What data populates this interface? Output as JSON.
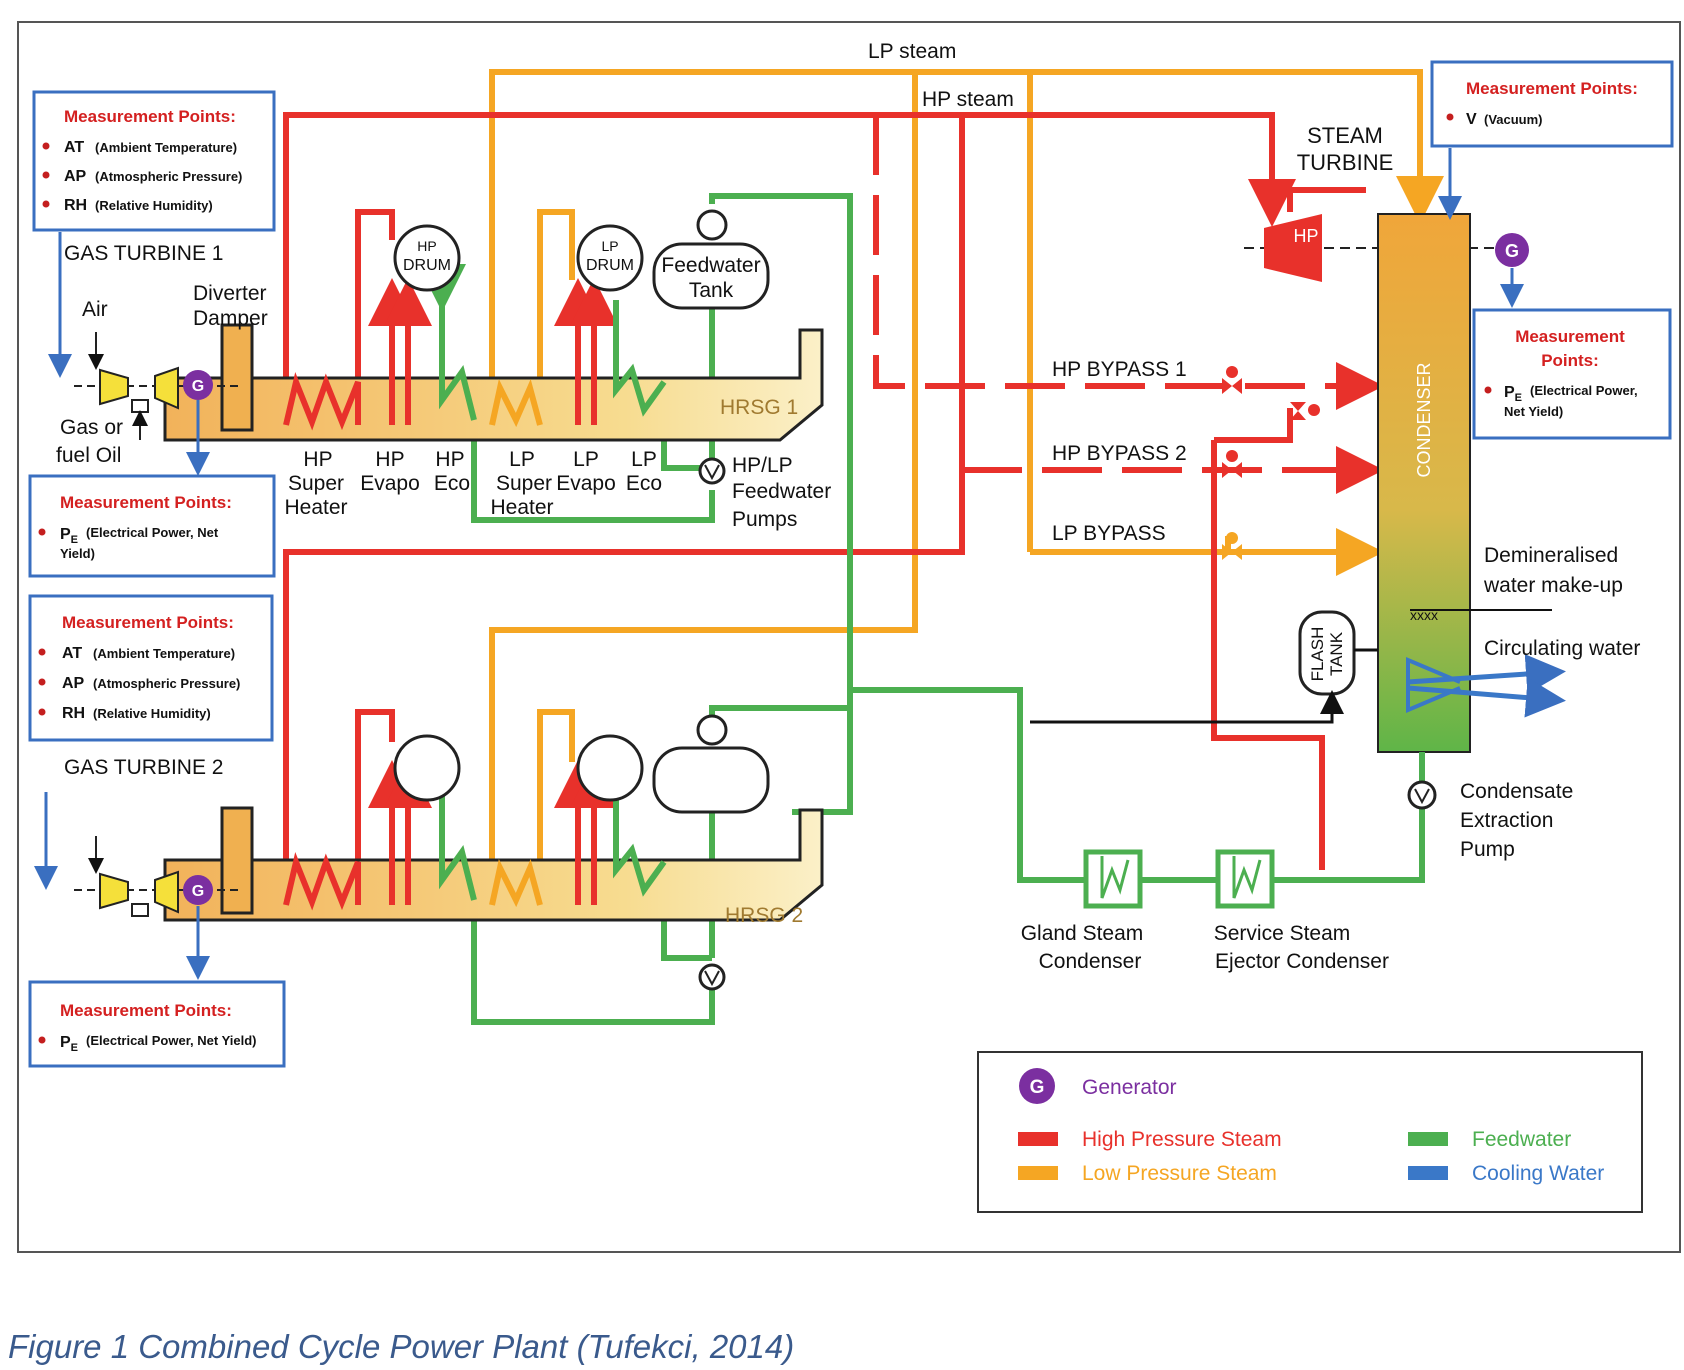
{
  "colors": {
    "hp_steam": "#e8312b",
    "lp_steam": "#f5a623",
    "feedwater": "#4caf50",
    "cooling_water": "#3a78c8",
    "generator": "#7b2fa0",
    "measurement_box": "#3a6fc0",
    "measurement_title": "#d42020",
    "hrsg_fill": "#f6d68a",
    "turbine_yellow": "#f5e03a"
  },
  "measurement_boxes": {
    "gt1_ambient": {
      "title": "Measurement Points:",
      "items": [
        {
          "abbr": "AT",
          "desc": "(Ambient Temperature)"
        },
        {
          "abbr": "AP",
          "desc": "(Atmospheric Pressure)"
        },
        {
          "abbr": "RH",
          "desc": "(Relative Humidity)"
        }
      ]
    },
    "gt1_power": {
      "title": "Measurement Points:",
      "items": [
        {
          "abbr": "P",
          "sub": "E",
          "desc": "(Electrical Power, Net",
          "desc2": "Yield)"
        }
      ]
    },
    "gt2_ambient": {
      "title": "Measurement Points:",
      "items": [
        {
          "abbr": "AT",
          "desc": "(Ambient Temperature)"
        },
        {
          "abbr": "AP",
          "desc": "(Atmospheric Pressure)"
        },
        {
          "abbr": "RH",
          "desc": "(Relative Humidity)"
        }
      ]
    },
    "gt2_power": {
      "title": "Measurement Points:",
      "items": [
        {
          "abbr": "P",
          "sub": "E",
          "desc": "(Electrical Power, Net Yield)"
        }
      ]
    },
    "condenser_vacuum": {
      "title": "Measurement Points:",
      "items": [
        {
          "abbr": "V",
          "desc": "(Vacuum)"
        }
      ]
    },
    "st_power": {
      "title_line1": "Measurement",
      "title_line2": "Points:",
      "items": [
        {
          "abbr": "P",
          "sub": "E",
          "desc": "(Electrical Power,",
          "desc2": "Net Yield)"
        }
      ]
    }
  },
  "labels": {
    "lp_steam": "LP steam",
    "hp_steam": "HP steam",
    "steam_turbine_1": "STEAM",
    "steam_turbine_2": "TURBINE",
    "hp": "HP",
    "lp": "LP",
    "gas_turbine_1": "GAS TURBINE 1",
    "gas_turbine_2": "GAS TURBINE 2",
    "air": "Air",
    "diverter_1": "Diverter",
    "diverter_2": "Damper",
    "gas_fuel_1": "Gas or",
    "gas_fuel_2": "fuel Oil",
    "hp_drum_1": "HP",
    "hp_drum_2": "DRUM",
    "lp_drum_1": "LP",
    "lp_drum_2": "DRUM",
    "feedwater_tank_1": "Feedwater",
    "feedwater_tank_2": "Tank",
    "hrsg_1": "HRSG 1",
    "hrsg_2": "HRSG 2",
    "hp_super_heater": [
      "HP",
      "Super",
      "Heater"
    ],
    "hp_evapo": [
      "HP",
      "Evapo"
    ],
    "hp_eco": [
      "HP",
      "Eco"
    ],
    "lp_super_heater": [
      "LP",
      "Super",
      "Heater"
    ],
    "lp_evapo": [
      "LP",
      "Evapo"
    ],
    "lp_eco": [
      "LP",
      "Eco"
    ],
    "feedwater_pumps": [
      "HP/LP",
      "Feedwater",
      "Pumps"
    ],
    "hp_bypass_1": "HP BYPASS 1",
    "hp_bypass_2": "HP BYPASS 2",
    "lp_bypass": "LP BYPASS",
    "condenser": "CONDENSER",
    "flash_tank_1": "FLASH",
    "flash_tank_2": "TANK",
    "demin_1": "Demineralised",
    "demin_2": "water make-up",
    "circulating_water": "Circulating water",
    "condensate_pump": [
      "Condensate",
      "Extraction",
      "Pump"
    ],
    "gland_steam": [
      "Gland Steam",
      "Condenser"
    ],
    "service_steam": [
      "Service Steam",
      "Ejector Condenser"
    ],
    "generator_letter": "G"
  },
  "legend": {
    "generator": "Generator",
    "hp_steam": "High Pressure Steam",
    "lp_steam": "Low Pressure Steam",
    "feedwater": "Feedwater",
    "cooling_water": "Cooling Water"
  },
  "caption": "Figure 1 Combined Cycle Power Plant (Tufekci, 2014)"
}
